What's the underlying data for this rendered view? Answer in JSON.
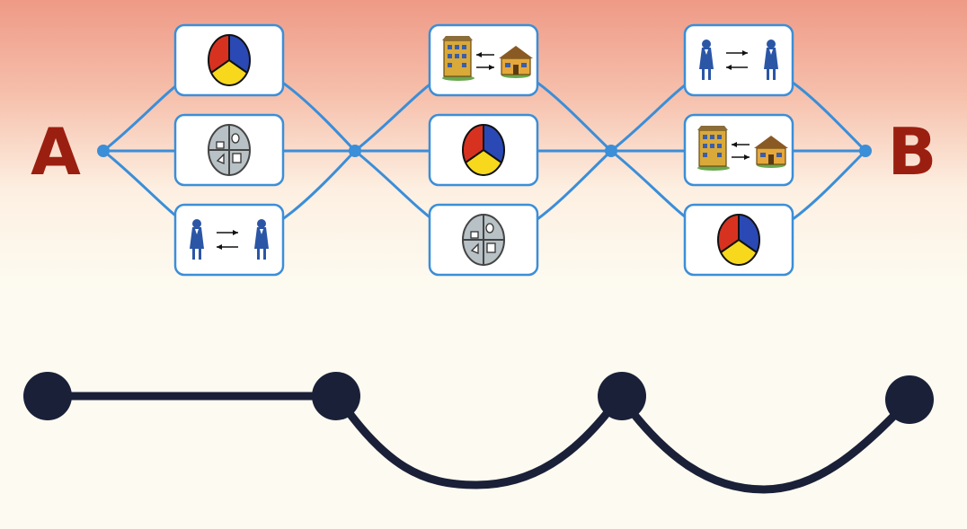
{
  "endpoints": {
    "start_label": "A",
    "end_label": "B"
  },
  "colors": {
    "route_line": "#3b8ed8",
    "label": "#9b1f10",
    "path_ink": "#1a2038",
    "card_border": "#3b8ed8",
    "card_fill": "#ffffff",
    "bg_top": "#ee9a86",
    "bg_bottom": "#fdfbf1"
  },
  "stages": [
    {
      "options": [
        "pie-chart-icon",
        "shapes-oval-icon",
        "people-exchange-icon"
      ]
    },
    {
      "options": [
        "buildings-exchange-icon",
        "pie-chart-icon",
        "shapes-oval-icon"
      ]
    },
    {
      "options": [
        "people-exchange-icon",
        "buildings-exchange-icon",
        "pie-chart-icon"
      ]
    }
  ],
  "chosen_path": {
    "node_count": 4,
    "segments": [
      "straight",
      "curved-down",
      "curved-down"
    ]
  }
}
